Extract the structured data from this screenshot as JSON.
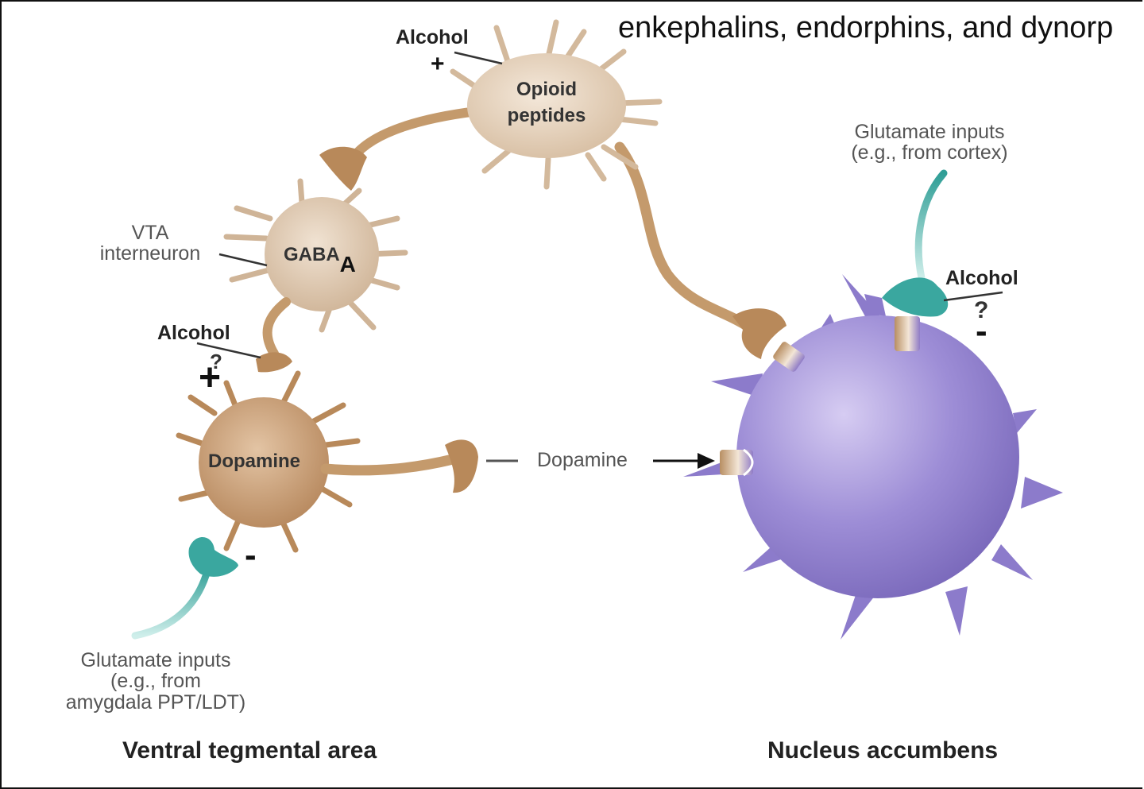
{
  "header_note": "enkephalins, endorphins, and dynorp",
  "neurons": {
    "opioid": {
      "line1": "Opioid",
      "line2": "peptides"
    },
    "gaba": {
      "main": "GABA",
      "sub": "A"
    },
    "dopamine": {
      "label": "Dopamine"
    }
  },
  "labels": {
    "alcohol_top": "Alcohol",
    "alcohol_mid": "Alcohol",
    "alcohol_right": "Alcohol",
    "vta_interneuron_line1": "VTA",
    "vta_interneuron_line2": "interneuron",
    "glutamate_cortex_line1": "Glutamate inputs",
    "glutamate_cortex_line2": "(e.g., from cortex)",
    "glutamate_amygdala_line1": "Glutamate inputs",
    "glutamate_amygdala_line2": "(e.g., from",
    "glutamate_amygdala_line3": "amygdala PPT/LDT)",
    "dopamine_release": "Dopamine"
  },
  "signs": {
    "top_plus": "+",
    "mid_question": "?",
    "mid_plus": "+",
    "right_question": "?",
    "right_minus": "-",
    "bottom_minus": "-"
  },
  "regions": {
    "left": "Ventral tegmental area",
    "right": "Nucleus accumbens"
  },
  "colors": {
    "opioid_cell": "#e2cfb9",
    "gaba_cell": "#dcc6ad",
    "dopamine_cell": "#c89b70",
    "axon": "#c49a6c",
    "glutamate": "#3aa79f",
    "accumbens_cell": "#9b8ad0"
  }
}
